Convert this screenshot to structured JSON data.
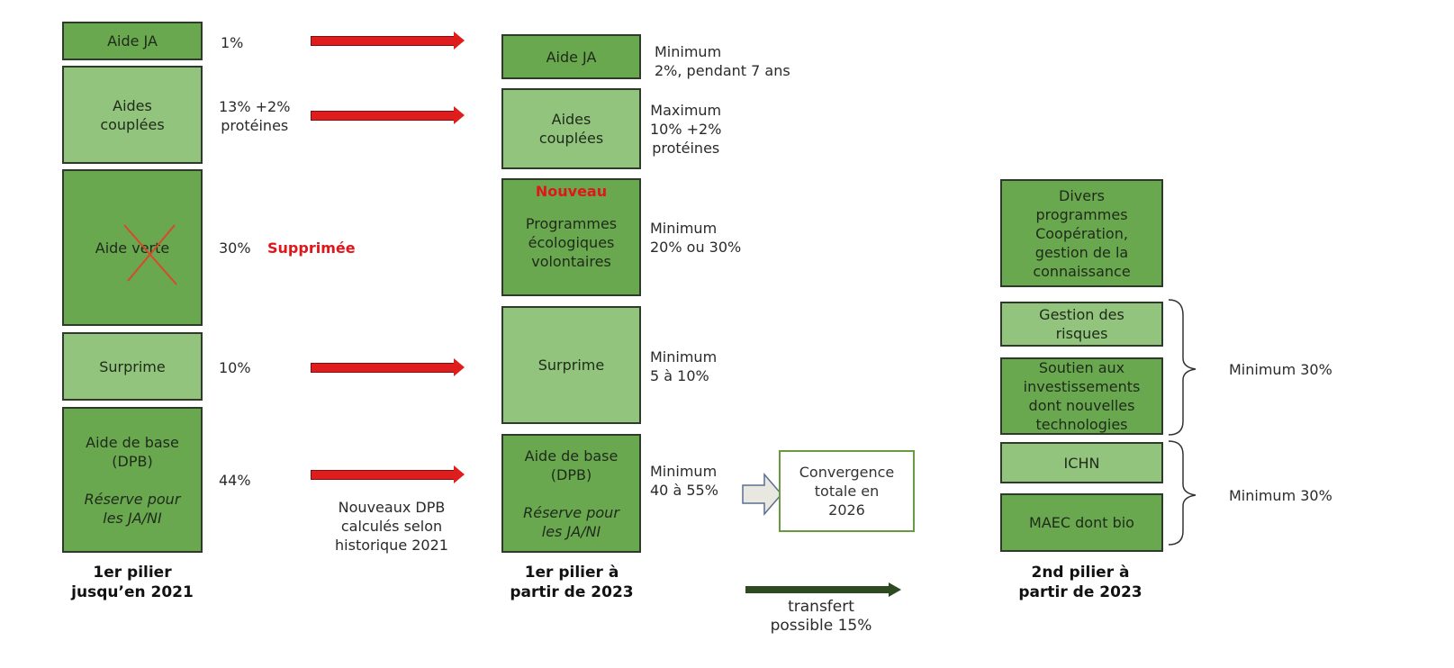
{
  "col1": {
    "caption": "1er pilier\njusqu’en 2021",
    "boxes": [
      "Aide JA",
      "Aides\ncouplées",
      "Aide verte",
      "Surprime",
      "Aide de base\n(DPB)"
    ],
    "reserve": "Réserve pour\nles JA/NI",
    "pcts": [
      "1%",
      "13% +2%\nprotéines",
      "30%",
      "10%",
      "44%"
    ],
    "removed": "Supprimée"
  },
  "middle_note": "Nouveaux DPB\ncalculés selon\nhistorique 2021",
  "col2": {
    "caption": "1er pilier à\npartir de 2023",
    "new_badge": "Nouveau",
    "boxes": [
      "Aide JA",
      "Aides\ncouplées",
      "Programmes\nécologiques\nvolontaires",
      "Surprime",
      "Aide de base\n(DPB)"
    ],
    "reserve": "Réserve pour\nles JA/NI",
    "notes": [
      "Minimum\n2%, pendant 7 ans",
      "Maximum\n10% +2%\nprotéines",
      "Minimum\n20% ou 30%",
      "Minimum\n5 à 10%",
      "Minimum\n40 à 55%"
    ]
  },
  "convergence": "Convergence\ntotale en\n2026",
  "transfer": "transfert\npossible 15%",
  "col3": {
    "caption": "2nd pilier à\npartir de 2023",
    "boxes": [
      "Divers\nprogrammes\nCoopération,\ngestion de la\nconnaissance",
      "Gestion des\nrisques",
      "Soutien aux\ninvestissements\ndont nouvelles\ntechnologies",
      "ICHN",
      "MAEC dont bio"
    ],
    "groups": [
      "Minimum 30%",
      "Minimum 30%"
    ]
  },
  "colors": {
    "dark": "#6aa84f",
    "light": "#93c47d",
    "red": "#e0161b"
  }
}
